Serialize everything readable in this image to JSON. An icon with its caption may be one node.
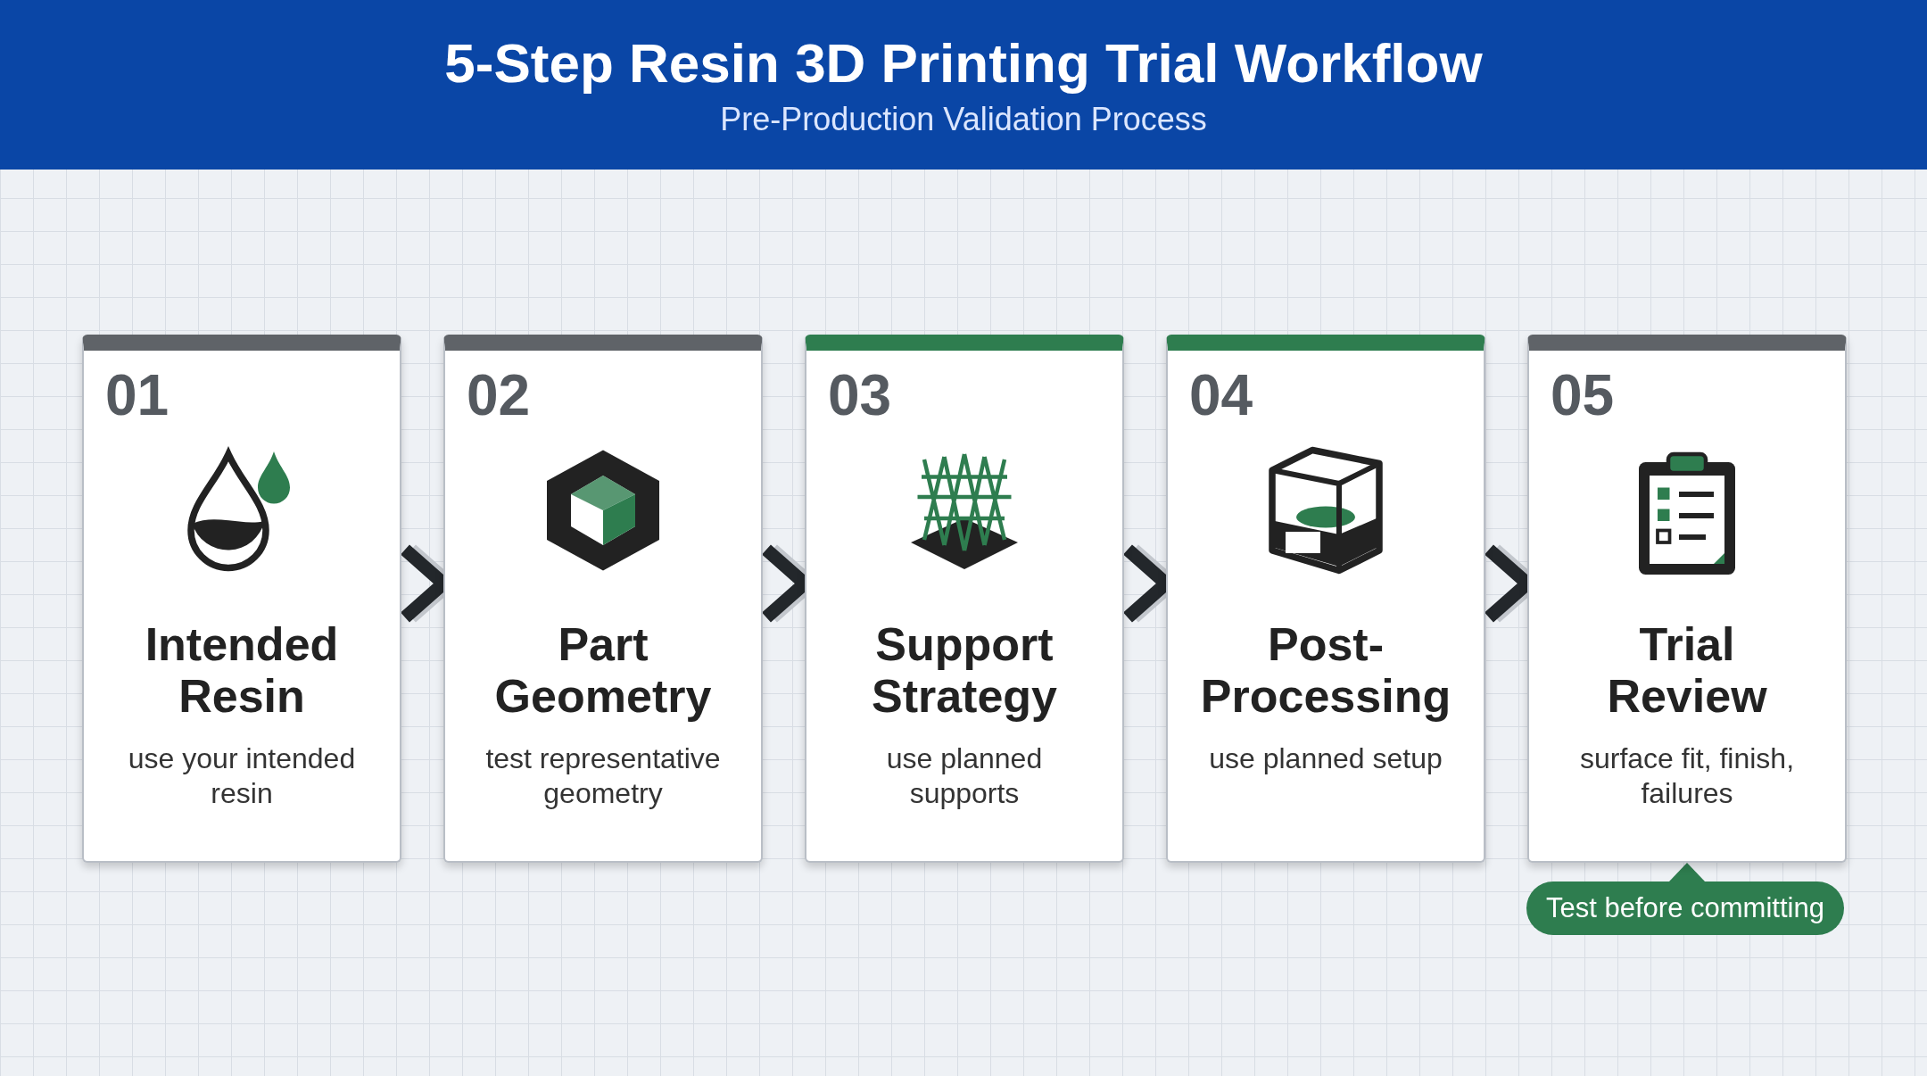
{
  "diagram": {
    "title": "5-Step Resin 3D Printing Trial Workflow",
    "caption": "Pre-Production Validation Process",
    "nodes": [
      {
        "text": [
          "01",
          "Intended Resin",
          "use your intended resin"
        ]
      },
      {
        "text": [
          "02",
          "Part Geometry",
          "test representative geometry"
        ]
      },
      {
        "text": [
          "03",
          "Support Strategy",
          "use planned supports"
        ]
      },
      {
        "text": [
          "04",
          "Post-Processing",
          "use planned setup"
        ]
      },
      {
        "text": [
          "05",
          "Trial Review",
          "surface fit, finish, failures"
        ]
      },
      {
        "text": [
          "Test before committing"
        ]
      }
    ],
    "edges": [
      {
        "from": 0,
        "to": 1,
        "arrow": "to"
      },
      {
        "from": 1,
        "to": 2,
        "arrow": "to"
      },
      {
        "from": 2,
        "to": 3,
        "arrow": "to"
      },
      {
        "from": 3,
        "to": 4,
        "arrow": "to"
      },
      {
        "from": 5,
        "to": 4,
        "arrow": "to",
        "color": "#2e7d4f"
      }
    ]
  }
}
